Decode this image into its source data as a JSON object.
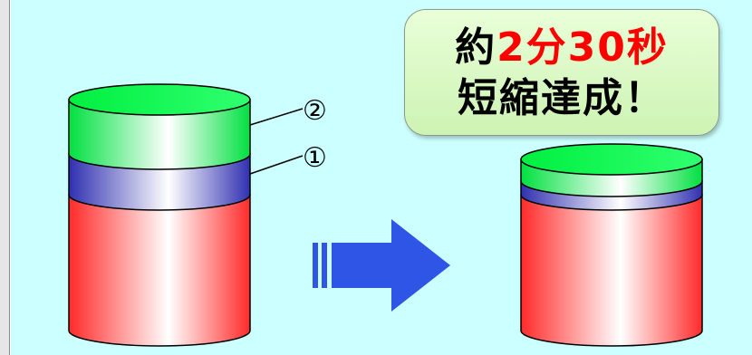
{
  "callout": {
    "line1_prefix": "約",
    "line1_highlight": "2分30秒",
    "line2": "短縮達成！"
  },
  "markers": {
    "top_layer": "②",
    "middle_layer": "①"
  },
  "colors": {
    "background": "#ccffff",
    "top_layer": "#00ee44",
    "middle_layer": "#3333bb",
    "base": "#ff3333",
    "arrow": "#2f55e6",
    "highlight_text": "#ff0000"
  }
}
